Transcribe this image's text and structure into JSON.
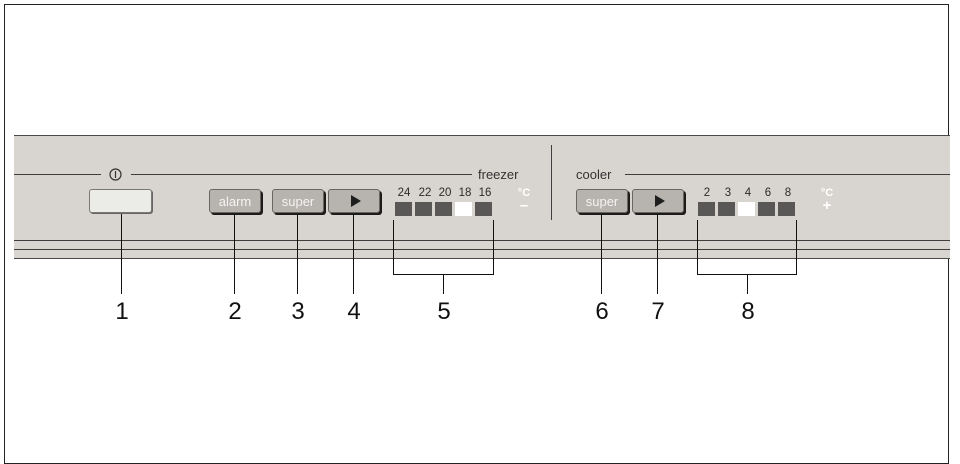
{
  "sections": {
    "freezer": "freezer",
    "cooler": "cooler"
  },
  "buttons": {
    "alarm": "alarm",
    "freezer_super": "super",
    "cooler_super": "super"
  },
  "freezer_scale": {
    "values": [
      "24",
      "22",
      "20",
      "18",
      "16"
    ],
    "lit_value": "18",
    "unit": "°C",
    "sign": "–"
  },
  "cooler_scale": {
    "values": [
      "2",
      "3",
      "4",
      "6",
      "8"
    ],
    "lit_value": "4",
    "unit": "°C",
    "sign": "+"
  },
  "callouts": [
    "1",
    "2",
    "3",
    "4",
    "5",
    "6",
    "7",
    "8"
  ],
  "icons": [
    "power-icon",
    "play-arrow-icon"
  ],
  "colors": {
    "panel": "#d8d4cf",
    "led_off": "#5a5856",
    "led_on": "#ffffff"
  }
}
